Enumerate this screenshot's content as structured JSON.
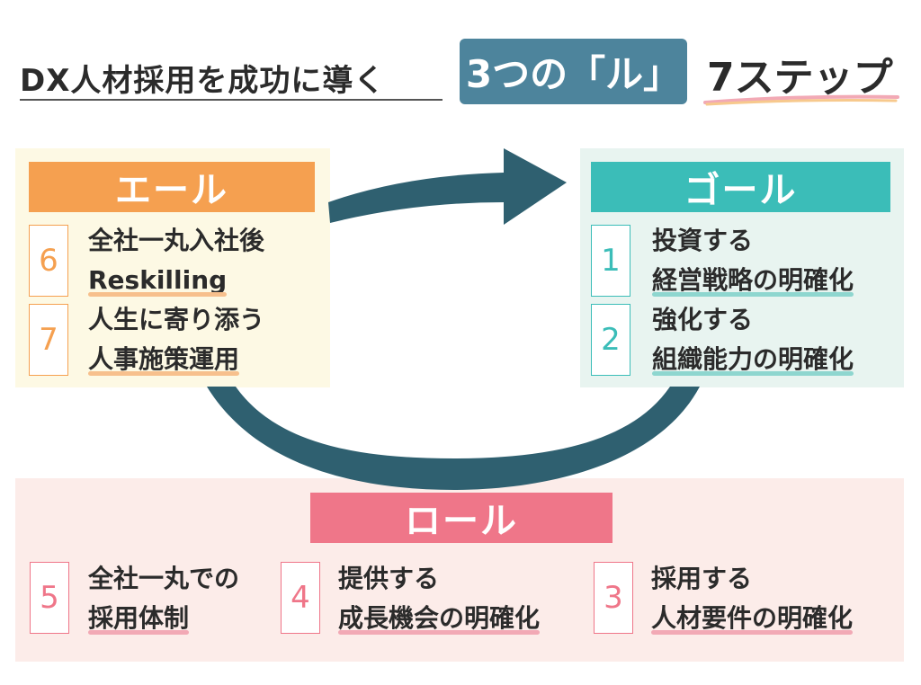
{
  "header": {
    "title": "DX人材採用を成功に導く",
    "badge": "3つの「ル」",
    "steps": "7ステップ"
  },
  "colors": {
    "yell": "#f5a050",
    "goal": "#3bbdb8",
    "role": "#ef7689",
    "arrow": "#2f6070",
    "badge": "#4d849c"
  },
  "sections": {
    "yell": {
      "label": "エール",
      "steps": [
        {
          "num": "6",
          "line1": "全社一丸入社後",
          "line2": "Reskilling"
        },
        {
          "num": "7",
          "line1": "人生に寄り添う",
          "line2": "人事施策運用"
        }
      ]
    },
    "goal": {
      "label": "ゴール",
      "steps": [
        {
          "num": "1",
          "line1": "投資する",
          "line2": "経営戦略の明確化"
        },
        {
          "num": "2",
          "line1": "強化する",
          "line2": "組織能力の明確化"
        }
      ]
    },
    "role": {
      "label": "ロール",
      "steps": [
        {
          "num": "5",
          "line1": "全社一丸での",
          "line2": "採用体制"
        },
        {
          "num": "4",
          "line1": "提供する",
          "line2": "成長機会の明確化"
        },
        {
          "num": "3",
          "line1": "採用する",
          "line2": "人材要件の明確化"
        }
      ]
    }
  }
}
